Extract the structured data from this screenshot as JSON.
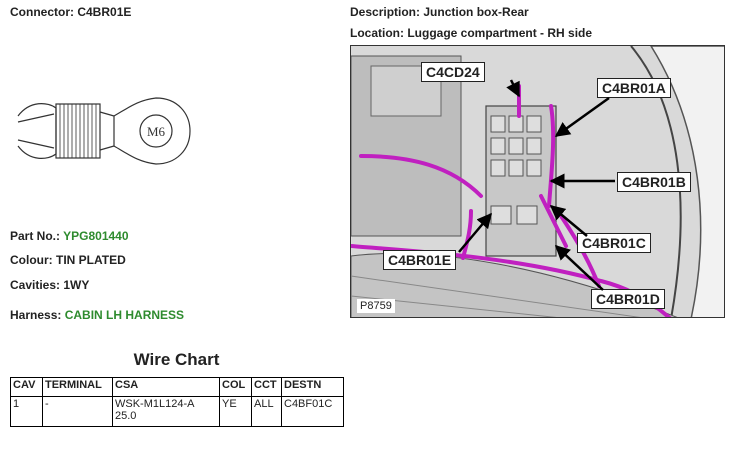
{
  "header": {
    "connector_label": "Connector:",
    "connector_value": "C4BR01E",
    "description_label": "Description:",
    "description_value": "Junction box-Rear",
    "location_label": "Location:",
    "location_value": "Luggage compartment - RH side"
  },
  "connector_drawing": {
    "stud_label": "M6"
  },
  "details": {
    "part_no_label": "Part No.:",
    "part_no_value": "YPG801440",
    "colour_label": "Colour:",
    "colour_value": "TIN PLATED",
    "cavities_label": "Cavities:",
    "cavities_value": "1WY",
    "harness_label": "Harness:",
    "harness_value": "CABIN LH HARNESS"
  },
  "photo": {
    "figure_ref": "P8759",
    "callouts": [
      "C4CD24",
      "C4BR01A",
      "C4BR01B",
      "C4BR01C",
      "C4BR01E",
      "C4BR01D"
    ]
  },
  "wire_chart": {
    "title": "Wire Chart",
    "columns": [
      "CAV",
      "TERMINAL",
      "CSA",
      "COL",
      "CCT",
      "DESTN"
    ],
    "rows": [
      {
        "cav": "1",
        "terminal": "-",
        "csa": "WSK-M1L124-A 25.0",
        "col": "YE",
        "cct": "ALL",
        "destn": "C4BF01C"
      }
    ]
  },
  "colors": {
    "harness_value": "#2e8b2e",
    "wire_highlight": "#c020c0"
  }
}
